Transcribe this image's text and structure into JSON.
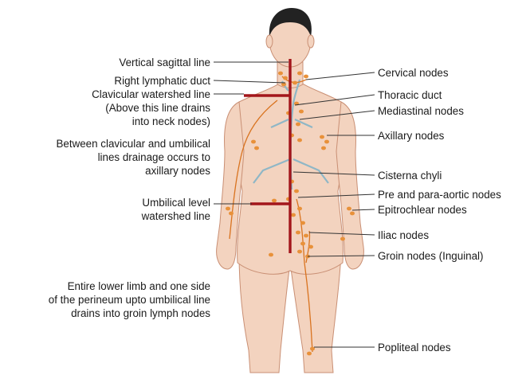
{
  "colors": {
    "skin": "#f3d3bf",
    "skin_shade": "#e8b99f",
    "outline": "#c98f74",
    "hair": "#222222",
    "watershed": "#a3161b",
    "lymph_vessel": "#d9731f",
    "node": "#e8913a",
    "duct": "#8fb7c6",
    "leader": "#333333"
  },
  "left_labels": [
    {
      "id": "vertical-sagittal-line",
      "lines": [
        "Vertical sagittal line"
      ]
    },
    {
      "id": "right-lymphatic-duct",
      "lines": [
        "Right lymphatic duct"
      ]
    },
    {
      "id": "clavicular-watershed-line",
      "lines": [
        "Clavicular watershed line",
        "(Above this line drains",
        "into neck nodes)"
      ]
    },
    {
      "id": "between-clavicular-umbilical",
      "lines": [
        "Between clavicular and umbilical",
        "lines drainage occurs to",
        "axillary nodes"
      ]
    },
    {
      "id": "umbilical-level-watershed",
      "lines": [
        "Umbilical level",
        "watershed line"
      ]
    },
    {
      "id": "entire-lower-limb",
      "lines": [
        "Entire lower limb and one side",
        "of the perineum upto umbilical line",
        "drains into groin lymph nodes"
      ]
    }
  ],
  "right_labels": [
    {
      "id": "cervical-nodes",
      "lines": [
        "Cervical nodes"
      ]
    },
    {
      "id": "thoracic-duct",
      "lines": [
        "Thoracic duct"
      ]
    },
    {
      "id": "mediastinal-nodes",
      "lines": [
        "Mediastinal nodes"
      ]
    },
    {
      "id": "axillary-nodes",
      "lines": [
        "Axillary nodes"
      ]
    },
    {
      "id": "cisterna-chyli",
      "lines": [
        "Cisterna chyli"
      ]
    },
    {
      "id": "pre-para-aortic-nodes",
      "lines": [
        "Pre and para-aortic nodes"
      ]
    },
    {
      "id": "epitrochlear-nodes",
      "lines": [
        "Epitrochlear nodes"
      ]
    },
    {
      "id": "iliac-nodes",
      "lines": [
        "Iliac nodes"
      ]
    },
    {
      "id": "groin-nodes",
      "lines": [
        "Groin nodes (Inguinal)"
      ]
    },
    {
      "id": "popliteal-nodes",
      "lines": [
        "Popliteal nodes"
      ]
    }
  ]
}
